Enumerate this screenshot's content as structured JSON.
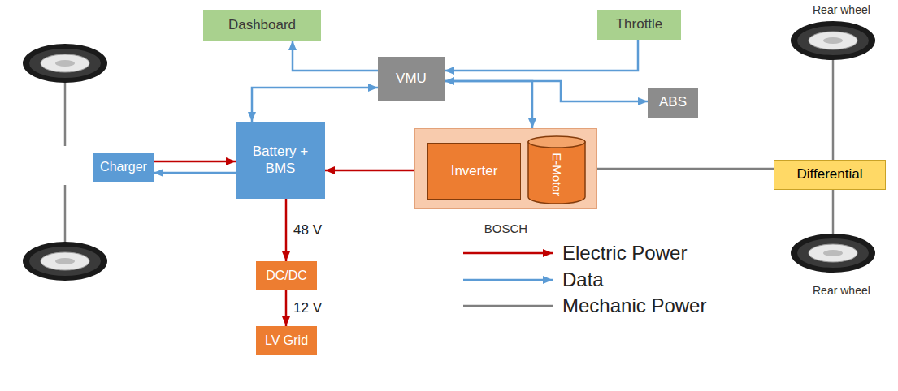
{
  "diagram": {
    "nodes": [
      {
        "text": [
          "Dashboard"
        ]
      },
      {
        "text": [
          "Throttle"
        ]
      },
      {
        "text": [
          "VMU"
        ]
      },
      {
        "text": [
          "ABS"
        ]
      },
      {
        "text": [
          "Charger"
        ]
      },
      {
        "text": [
          "Battery + BMS"
        ]
      },
      {
        "text": [
          "BOSCH"
        ]
      },
      {
        "text": [
          "Inverter"
        ],
        "in": 6
      },
      {
        "text": [
          "E-Motor"
        ],
        "in": 6
      },
      {
        "text": [
          "Differential"
        ]
      },
      {
        "text": [
          "DC/DC"
        ]
      },
      {
        "text": [
          "LV Grid"
        ]
      }
    ],
    "edges": [
      {
        "from": 2,
        "to": 0,
        "arrow": "to"
      },
      {
        "from": 1,
        "to": 2,
        "arrow": "to"
      },
      {
        "from": 2,
        "to": 3,
        "arrow": "to"
      },
      {
        "from": 2,
        "to": 6,
        "arrow": "both"
      },
      {
        "from": 5,
        "to": 2,
        "arrow": "both"
      },
      {
        "from": 4,
        "to": 5,
        "arrow": "to"
      },
      {
        "from": 5,
        "to": 4,
        "arrow": "to"
      },
      {
        "from": 5,
        "to": 7,
        "arrow": "both"
      },
      {
        "from": 8,
        "to": 9,
        "arrow": "none"
      },
      {
        "from": 5,
        "to": 10,
        "label": "48 V",
        "arrow": "to"
      },
      {
        "from": 10,
        "to": 11,
        "label": "12 V",
        "arrow": "to"
      }
    ],
    "labels": [
      "Rear wheel",
      "Rear wheel"
    ],
    "legend": [
      {
        "text": "Electric Power"
      },
      {
        "text": "Data"
      },
      {
        "text": "Mechanic Power"
      }
    ]
  }
}
